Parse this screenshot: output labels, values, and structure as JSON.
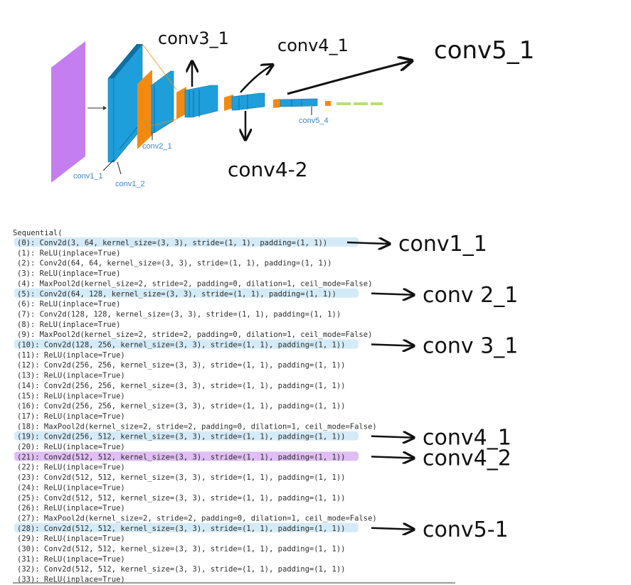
{
  "colors": {
    "input": "#c47ef0",
    "conv": "#1e9fdb",
    "conv_edge": "#0f6f9f",
    "pool": "#f28a12",
    "fc": "#b8e070",
    "label": "#3d86c6",
    "highlight_blue": "#cfe9f6",
    "highlight_purple": "#dcb8f2"
  },
  "network_labels": {
    "conv1_1": "conv1_1",
    "conv1_2": "conv1_2",
    "conv2_1": "conv2_1",
    "conv5_4": "conv5_4"
  },
  "handwritten_top": {
    "conv3_1": "conv3_1",
    "conv4_1": "conv4_1",
    "conv5_1": "conv5_1",
    "conv4_2": "conv4-2"
  },
  "code": {
    "header": "Sequential(",
    "lines": [
      {
        "text": "(0): Conv2d(3, 64, kernel_size=(3, 3), stride=(1, 1), padding=(1, 1))",
        "highlight": "blue",
        "annotation": "conv1_1"
      },
      {
        "text": "(1): ReLU(inplace=True)",
        "highlight": "",
        "annotation": ""
      },
      {
        "text": "(2): Conv2d(64, 64, kernel_size=(3, 3), stride=(1, 1), padding=(1, 1))",
        "highlight": "",
        "annotation": ""
      },
      {
        "text": "(3): ReLU(inplace=True)",
        "highlight": "",
        "annotation": ""
      },
      {
        "text": "(4): MaxPool2d(kernel_size=2, stride=2, padding=0, dilation=1, ceil_mode=False)",
        "highlight": "",
        "annotation": ""
      },
      {
        "text": "(5): Conv2d(64, 128, kernel_size=(3, 3), stride=(1, 1), padding=(1, 1))",
        "highlight": "blue",
        "annotation": "conv 2_1"
      },
      {
        "text": "(6): ReLU(inplace=True)",
        "highlight": "",
        "annotation": ""
      },
      {
        "text": "(7): Conv2d(128, 128, kernel_size=(3, 3), stride=(1, 1), padding=(1, 1))",
        "highlight": "",
        "annotation": ""
      },
      {
        "text": "(8): ReLU(inplace=True)",
        "highlight": "",
        "annotation": ""
      },
      {
        "text": "(9): MaxPool2d(kernel_size=2, stride=2, padding=0, dilation=1, ceil_mode=False)",
        "highlight": "",
        "annotation": ""
      },
      {
        "text": "(10): Conv2d(128, 256, kernel_size=(3, 3), stride=(1, 1), padding=(1, 1))",
        "highlight": "blue",
        "annotation": "conv 3_1"
      },
      {
        "text": "(11): ReLU(inplace=True)",
        "highlight": "",
        "annotation": ""
      },
      {
        "text": "(12): Conv2d(256, 256, kernel_size=(3, 3), stride=(1, 1), padding=(1, 1))",
        "highlight": "",
        "annotation": ""
      },
      {
        "text": "(13): ReLU(inplace=True)",
        "highlight": "",
        "annotation": ""
      },
      {
        "text": "(14): Conv2d(256, 256, kernel_size=(3, 3), stride=(1, 1), padding=(1, 1))",
        "highlight": "",
        "annotation": ""
      },
      {
        "text": "(15): ReLU(inplace=True)",
        "highlight": "",
        "annotation": ""
      },
      {
        "text": "(16): Conv2d(256, 256, kernel_size=(3, 3), stride=(1, 1), padding=(1, 1))",
        "highlight": "",
        "annotation": ""
      },
      {
        "text": "(17): ReLU(inplace=True)",
        "highlight": "",
        "annotation": ""
      },
      {
        "text": "(18): MaxPool2d(kernel_size=2, stride=2, padding=0, dilation=1, ceil_mode=False)",
        "highlight": "",
        "annotation": ""
      },
      {
        "text": "(19): Conv2d(256, 512, kernel_size=(3, 3), stride=(1, 1), padding=(1, 1))",
        "highlight": "blue",
        "annotation": "conv4_1"
      },
      {
        "text": "(20): ReLU(inplace=True)",
        "highlight": "",
        "annotation": ""
      },
      {
        "text": "(21): Conv2d(512, 512, kernel_size=(3, 3), stride=(1, 1), padding=(1, 1))",
        "highlight": "purple",
        "annotation": "conv4_2"
      },
      {
        "text": "(22): ReLU(inplace=True)",
        "highlight": "",
        "annotation": ""
      },
      {
        "text": "(23): Conv2d(512, 512, kernel_size=(3, 3), stride=(1, 1), padding=(1, 1))",
        "highlight": "",
        "annotation": ""
      },
      {
        "text": "(24): ReLU(inplace=True)",
        "highlight": "",
        "annotation": ""
      },
      {
        "text": "(25): Conv2d(512, 512, kernel_size=(3, 3), stride=(1, 1), padding=(1, 1))",
        "highlight": "",
        "annotation": ""
      },
      {
        "text": "(26): ReLU(inplace=True)",
        "highlight": "",
        "annotation": ""
      },
      {
        "text": "(27): MaxPool2d(kernel_size=2, stride=2, padding=0, dilation=1, ceil_mode=False)",
        "highlight": "",
        "annotation": ""
      },
      {
        "text": "(28): Conv2d(512, 512, kernel_size=(3, 3), stride=(1, 1), padding=(1, 1))",
        "highlight": "blue",
        "annotation": "conv5-1"
      },
      {
        "text": "(29): ReLU(inplace=True)",
        "highlight": "",
        "annotation": ""
      },
      {
        "text": "(30): Conv2d(512, 512, kernel_size=(3, 3), stride=(1, 1), padding=(1, 1))",
        "highlight": "",
        "annotation": ""
      },
      {
        "text": "(31): ReLU(inplace=True)",
        "highlight": "",
        "annotation": ""
      },
      {
        "text": "(32): Conv2d(512, 512, kernel_size=(3, 3), stride=(1, 1), padding=(1, 1))",
        "highlight": "",
        "annotation": ""
      },
      {
        "text": "(33): ReLU(inplace=True)",
        "highlight": "",
        "annotation": ""
      }
    ]
  }
}
